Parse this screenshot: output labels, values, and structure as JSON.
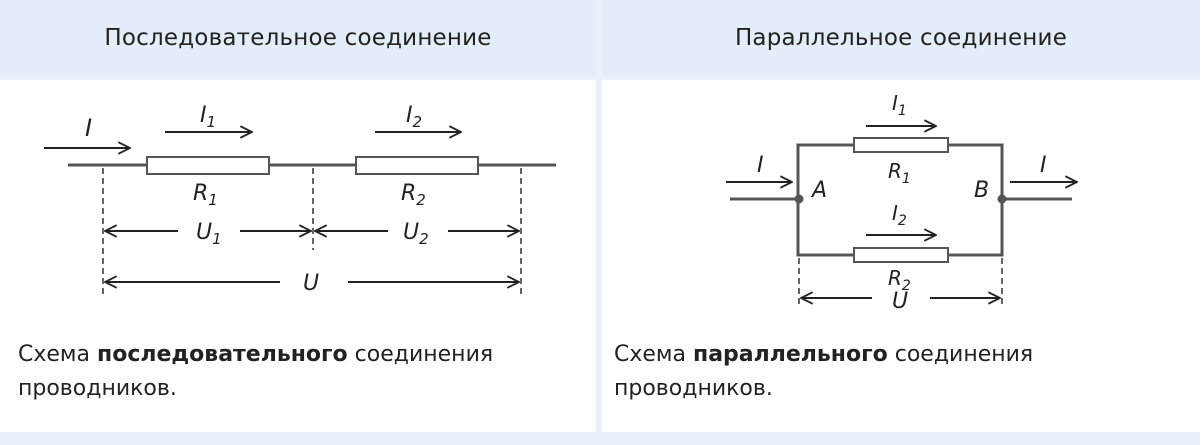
{
  "headers": {
    "series": "Последовательное соединение",
    "parallel": "Параллельное соединение"
  },
  "series": {
    "labels": {
      "I": "I",
      "I1": "I",
      "I1_sub": "1",
      "I2": "I",
      "I2_sub": "2",
      "R1": "R",
      "R1_sub": "1",
      "R2": "R",
      "R2_sub": "2",
      "U1": "U",
      "U1_sub": "1",
      "U2": "U",
      "U2_sub": "2",
      "U": "U"
    },
    "caption": {
      "pre": "Схема ",
      "bold": "последовательного",
      "post": " соединения проводников."
    }
  },
  "parallel": {
    "labels": {
      "I_in": "I",
      "I_out": "I",
      "I1": "I",
      "I1_sub": "1",
      "I2": "I",
      "I2_sub": "2",
      "R1": "R",
      "R1_sub": "1",
      "R2": "R",
      "R2_sub": "2",
      "A": "A",
      "B": "B",
      "U": "U"
    },
    "caption": {
      "pre": "Схема ",
      "bold": "параллельного",
      "post": " соединения проводников."
    }
  },
  "colors": {
    "header_bg": "#e4eefa",
    "grid_bg": "#e9f2fb",
    "wire": "#555555",
    "text": "#222222"
  }
}
